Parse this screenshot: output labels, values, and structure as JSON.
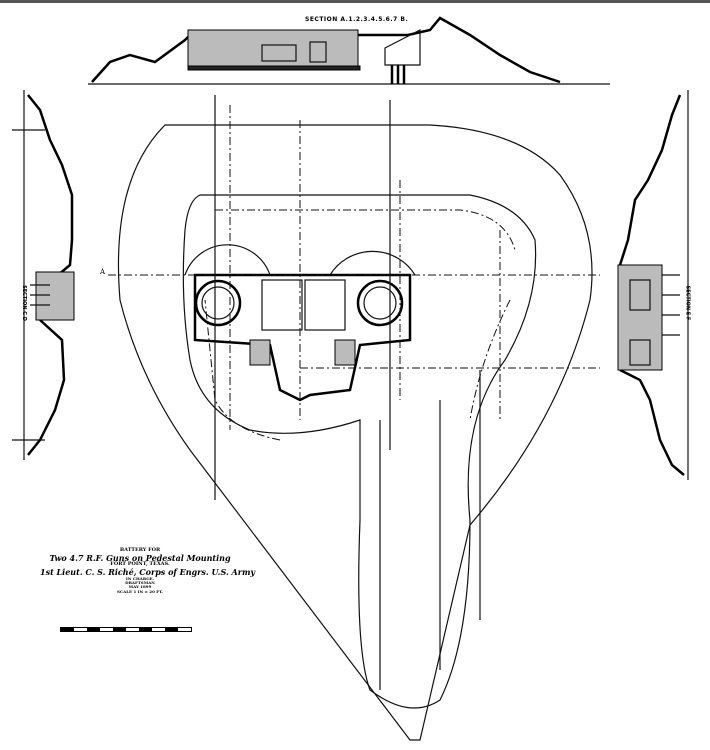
{
  "drawing": {
    "section_title": "SECTION A.1.2.3.4.5.6.7 B.",
    "left_section_label": "SECTION C D",
    "right_section_label": "SECTION E F",
    "marker_a": "A",
    "title_block": {
      "line1": "BATTERY FOR",
      "line2": "Two 4.7 R.F. Guns on Pedestal Mounting",
      "line3": "FORT POINT, TEXAS.",
      "line4": "1st Lieut. C. S. Riché, Corps of Engrs. U.S. Army",
      "line5": "IN CHARGE.",
      "line6": "DRAFTSMAN",
      "line7": "MAY 1899",
      "line8": "SCALE 1 IN = 20 FT."
    }
  }
}
